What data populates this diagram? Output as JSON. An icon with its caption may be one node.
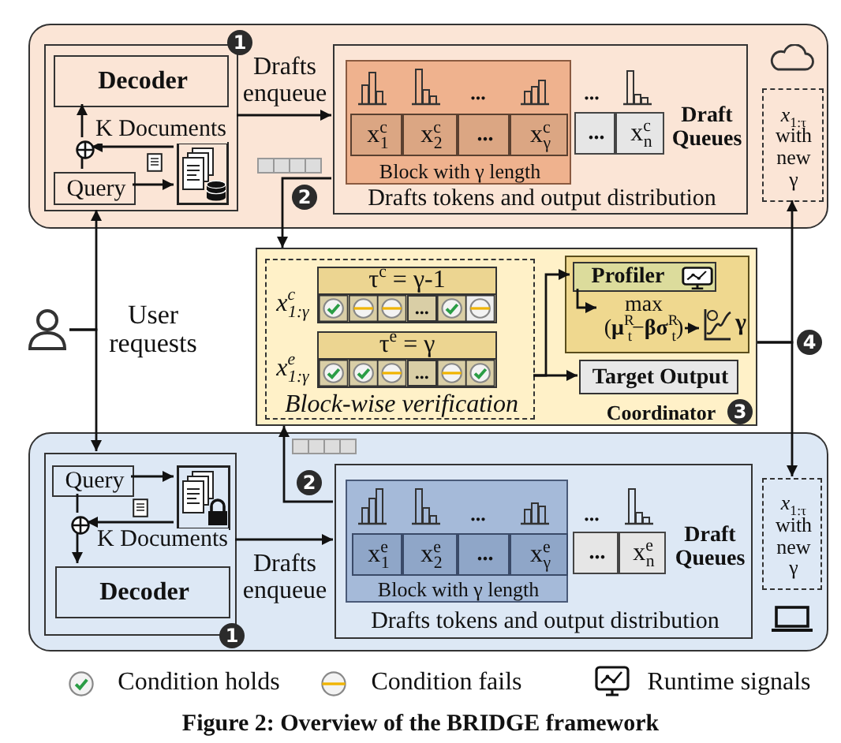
{
  "diagram": {
    "caption": "Figure 2: Overview of the BRIDGE framework",
    "nodes": [
      {
        "text": [],
        "shape": "box"
      },
      {
        "text": [],
        "shape": "box",
        "in": 0
      },
      {
        "text": [
          "Decoder"
        ],
        "in": 1
      },
      {
        "text": [],
        "shape": "circle",
        "in": 1
      },
      {
        "text": [],
        "shape": "picture",
        "in": 1
      },
      {
        "text": [
          "Query"
        ],
        "in": 1
      },
      {
        "text": [
          "Draft Queues",
          "Drafts tokens and output distribution"
        ],
        "in": 0
      },
      {
        "text": [
          "Block with γ length"
        ],
        "in": 6
      },
      {
        "text": [
          "x$^{c}$$_{1}$"
        ],
        "in": 7
      },
      {
        "text": [
          "x$^{c}$$_{2}$"
        ],
        "in": 7
      },
      {
        "text": [
          "..."
        ],
        "in": 7
      },
      {
        "text": [
          "x$^{c}$$_{γ}$"
        ],
        "in": 7
      },
      {
        "text": [
          "..."
        ],
        "in": 6
      },
      {
        "text": [
          "x$^{c}$$_{n}$"
        ],
        "in": 6
      },
      {
        "text": [
          "*x*$_{1:τ}$ with new γ"
        ],
        "in": 0
      },
      {
        "text": [],
        "shape": "person"
      },
      {
        "text": [
          "Coordinator"
        ]
      },
      {
        "text": [
          "Block-wise verification"
        ],
        "in": 16
      },
      {
        "text": [
          "τ$^{c}$ = γ-1",
          "..."
        ],
        "beside": [
          "x$^{c}$$_{1:γ}$"
        ],
        "in": 17
      },
      {
        "text": [
          "τ$^{e}$ = γ",
          "..."
        ],
        "beside": [
          "x$^{e}$$_{1:γ}$"
        ],
        "in": 17
      },
      {
        "text": [],
        "shape": "box",
        "in": 16
      },
      {
        "text": [
          "Profiler"
        ],
        "in": 20
      },
      {
        "text": [
          "max (**μ**$^{R}$$_{t}$−**βσ**$^{R}$$_{t}$)"
        ],
        "in": 20
      },
      {
        "text": [],
        "shape": "picture",
        "beside": [
          "γ"
        ],
        "in": 20
      },
      {
        "text": [
          "Target Output"
        ],
        "in": 16
      },
      {
        "text": [],
        "shape": "box"
      },
      {
        "text": [],
        "shape": "box",
        "in": 25
      },
      {
        "text": [
          "Query"
        ],
        "in": 26
      },
      {
        "text": [],
        "shape": "picture",
        "in": 26
      },
      {
        "text": [],
        "shape": "circle",
        "in": 26
      },
      {
        "text": [
          "Decoder"
        ],
        "in": 26
      },
      {
        "text": [
          "Draft Queues",
          "Drafts tokens and output distribution"
        ],
        "in": 25
      },
      {
        "text": [
          "Block with γ length"
        ],
        "in": 31
      },
      {
        "text": [
          "x$^{e}$$_{1}$"
        ],
        "in": 32
      },
      {
        "text": [
          "x$^{e}$$_{2}$"
        ],
        "in": 32
      },
      {
        "text": [
          "..."
        ],
        "in": 32
      },
      {
        "text": [
          "x$^{e}$$_{γ}$"
        ],
        "in": 32
      },
      {
        "text": [
          "..."
        ],
        "in": 31
      },
      {
        "text": [
          "x$^{e}$$_{n}$"
        ],
        "in": 31
      },
      {
        "text": [
          "*x*$_{1:τ}$ with new γ"
        ],
        "in": 25
      }
    ],
    "edges": [
      {
        "from": 5,
        "to": 4,
        "arrow": "to"
      },
      {
        "from": 4,
        "to": 3,
        "arrow": "to",
        "label": "K Documents"
      },
      {
        "from": 5,
        "to": 3,
        "arrow": "none"
      },
      {
        "from": 3,
        "to": 2,
        "arrow": "to"
      },
      {
        "from": 1,
        "to": 6,
        "arrow": "to",
        "label": "Drafts enqueue"
      },
      {
        "from": 15,
        "to": 1,
        "arrow": "to",
        "label": "User requests"
      },
      {
        "from": 15,
        "to": 26,
        "arrow": "to"
      },
      {
        "from": 6,
        "to": 16,
        "arrow": "to"
      },
      {
        "from": 31,
        "to": 16,
        "arrow": "to"
      },
      {
        "from": 17,
        "to": 21,
        "arrow": "to"
      },
      {
        "from": 17,
        "to": 24,
        "arrow": "to"
      },
      {
        "from": 21,
        "to": 22,
        "arrow": "to"
      },
      {
        "from": 22,
        "to": 23,
        "arrow": "to"
      },
      {
        "from": 16,
        "to": 14,
        "arrow": "to"
      },
      {
        "from": 16,
        "to": 39,
        "arrow": "to"
      },
      {
        "from": 27,
        "to": 28,
        "arrow": "to"
      },
      {
        "from": 28,
        "to": 29,
        "arrow": "to",
        "label": "K Documents"
      },
      {
        "from": 27,
        "to": 29,
        "arrow": "none"
      },
      {
        "from": 29,
        "to": 30,
        "arrow": "to"
      },
      {
        "from": 26,
        "to": 31,
        "arrow": "to",
        "label": "Drafts enqueue"
      }
    ],
    "labels": [
      "1",
      "...",
      "...",
      "2",
      "4",
      "3",
      "2",
      "...",
      "...",
      "1"
    ],
    "legend": [
      {
        "text": "Condition holds"
      },
      {
        "text": "Condition fails"
      },
      {
        "text": "Runtime signals"
      }
    ]
  }
}
